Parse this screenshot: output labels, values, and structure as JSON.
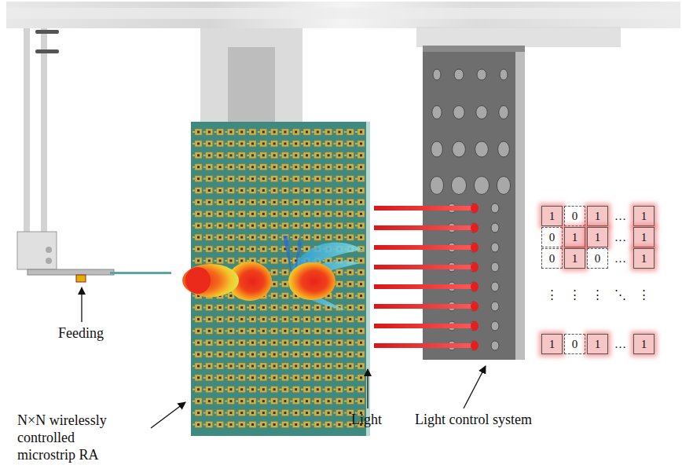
{
  "diagram": {
    "labels": [
      "Feeding",
      "N×N wirelessly controlled microstrip RA",
      "Light",
      "Light control system",
      "1",
      "0",
      "1",
      "…",
      "1",
      "0",
      "1",
      "1",
      "…",
      "1",
      "0",
      "1",
      "0",
      "…",
      "1",
      "⋮",
      "⋮",
      "⋮",
      "⋱",
      "⋮",
      "1",
      "0",
      "1",
      "…",
      "1"
    ]
  }
}
